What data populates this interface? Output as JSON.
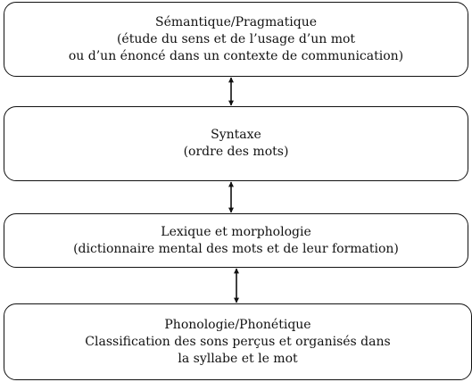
{
  "diagram": {
    "levels": [
      {
        "lines": [
          "Sémantique/Pragmatique",
          "(étude du sens et de l’usage d’un mot",
          "ou d’un énoncé dans un contexte de communication)"
        ]
      },
      {
        "lines": [
          "Syntaxe",
          "(ordre des mots)"
        ]
      },
      {
        "lines": [
          "Lexique et morphologie",
          "(dictionnaire mental des mots et de leur formation)"
        ]
      },
      {
        "lines": [
          "Phonologie/Phonétique",
          "Classification des sons perçus et organisés dans",
          "la syllabe et le mot"
        ]
      }
    ],
    "connectors": [
      {
        "from": 0,
        "to": 1,
        "direction": "bidirectional"
      },
      {
        "from": 1,
        "to": 2,
        "direction": "bidirectional"
      },
      {
        "from": 2,
        "to": 3,
        "direction": "bidirectional"
      }
    ]
  }
}
